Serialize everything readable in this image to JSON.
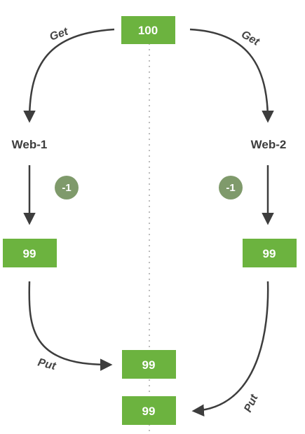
{
  "colors": {
    "box_fill": "#6cb33f",
    "box_text": "#ffffff",
    "badge_fill": "#7f9a6b",
    "arrow": "#3d3d3d",
    "divider": "#bdbdbd"
  },
  "top_value": "100",
  "left": {
    "get_label": "Get",
    "server_label": "Web-1",
    "decrement_label": "-1",
    "local_value": "99",
    "put_label": "Put",
    "stored_value": "99"
  },
  "right": {
    "get_label": "Get",
    "server_label": "Web-2",
    "decrement_label": "-1",
    "local_value": "99",
    "put_label": "Put",
    "stored_value": "99"
  }
}
